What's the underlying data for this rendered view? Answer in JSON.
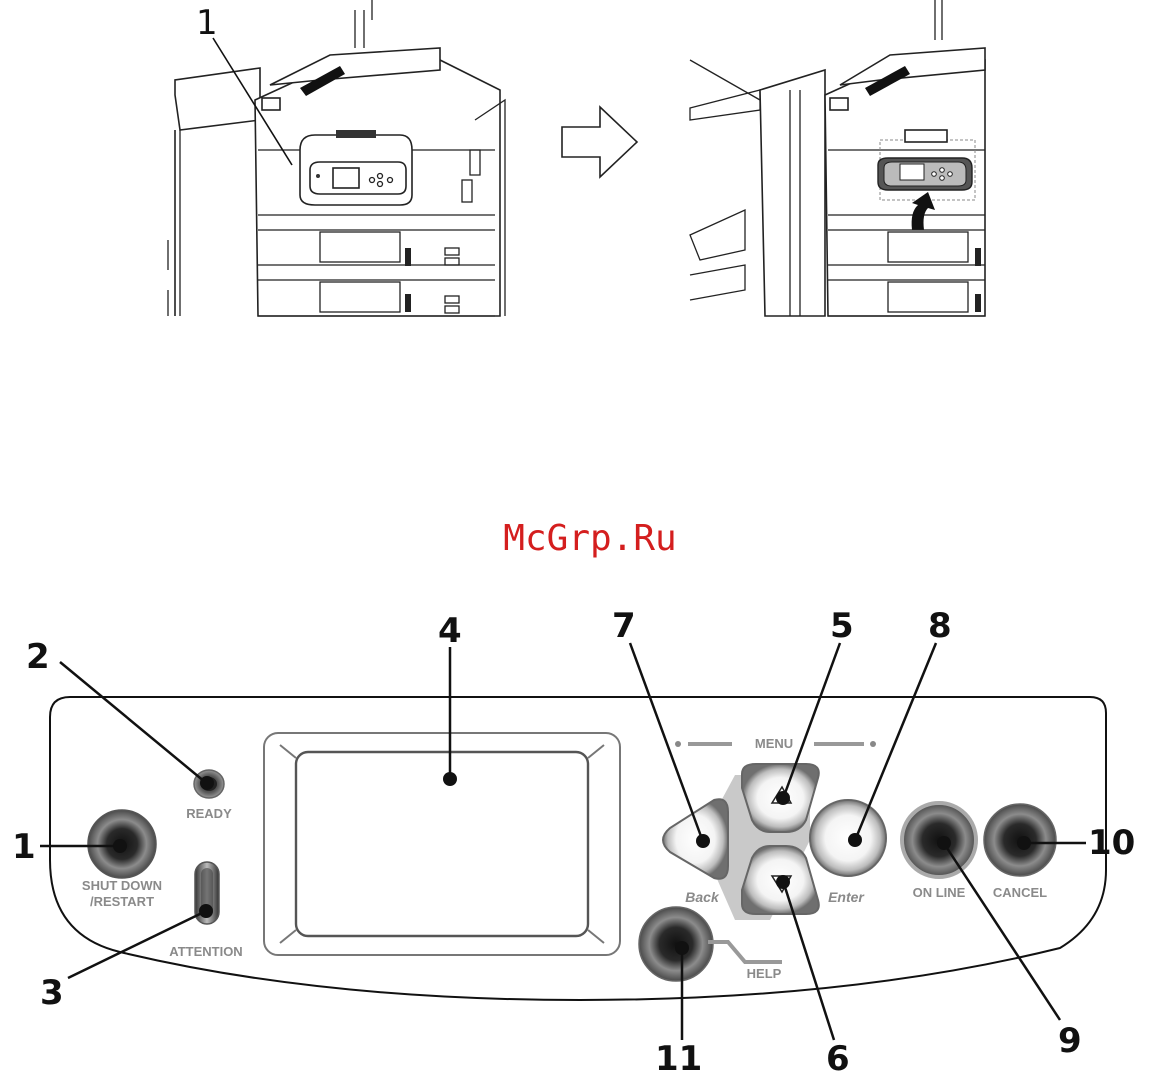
{
  "illustration": {
    "callout_top": "1"
  },
  "watermark": "McGrp.Ru",
  "panel": {
    "labels": {
      "ready": "READY",
      "shutdown_line1": "SHUT DOWN",
      "shutdown_line2": "/RESTART",
      "attention": "ATTENTION",
      "menu": "MENU",
      "back": "Back",
      "enter": "Enter",
      "online": "ON LINE",
      "cancel": "CANCEL",
      "help": "HELP"
    },
    "callouts": {
      "shutdown": "1",
      "ready": "2",
      "attention": "3",
      "display": "4",
      "menu_up": "5",
      "menu_down": "6",
      "back": "7",
      "enter": "8",
      "online": "9",
      "cancel": "10",
      "help": "11"
    }
  }
}
